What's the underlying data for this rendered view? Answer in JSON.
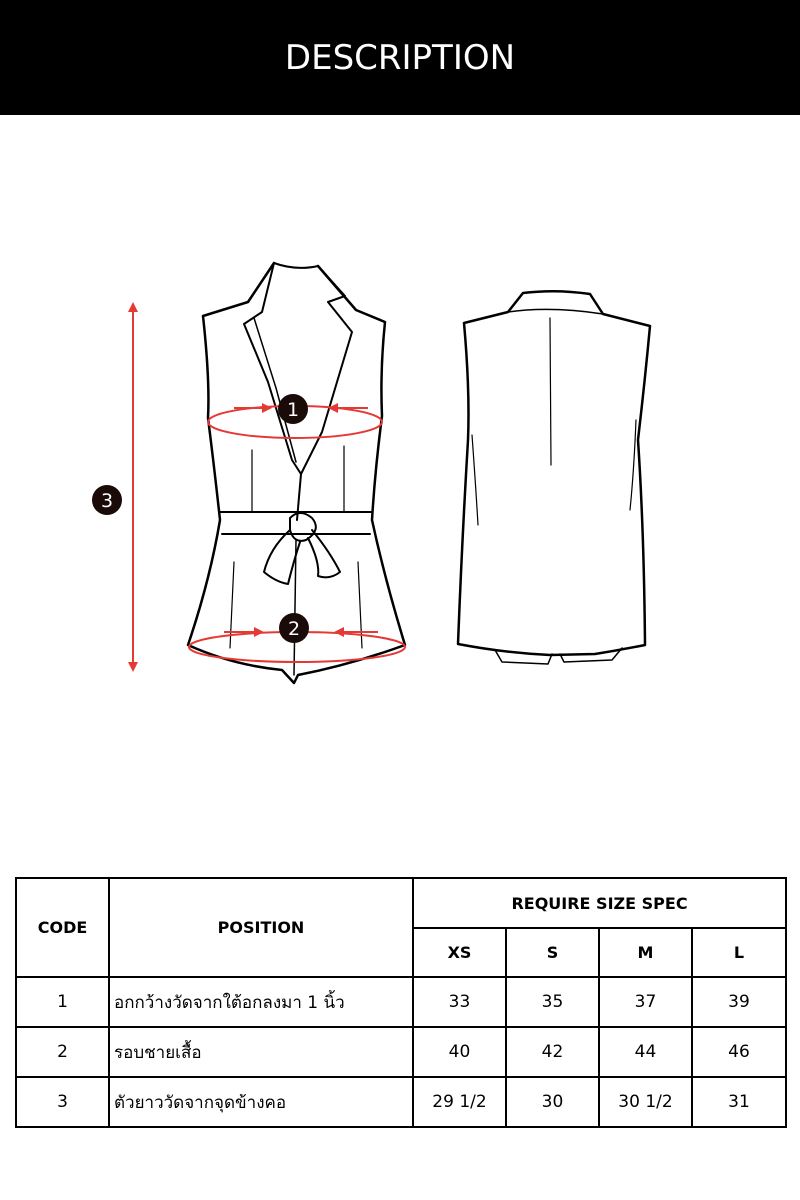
{
  "header": {
    "title": "DESCRIPTION"
  },
  "markers": {
    "m1": "1",
    "m2": "2",
    "m3": "3"
  },
  "colors": {
    "accent_red": "#e53935",
    "header_bg": "#000000"
  },
  "table": {
    "code_header": "CODE",
    "position_header": "POSITION",
    "group_header": "REQUIRE SIZE SPEC",
    "sizes": [
      "XS",
      "S",
      "M",
      "L"
    ],
    "rows": [
      {
        "code": "1",
        "position": "อกกว้างวัดจากใต้อกลงมา 1 นิ้ว",
        "values": [
          "33",
          "35",
          "37",
          "39"
        ]
      },
      {
        "code": "2",
        "position": "รอบชายเสื้อ",
        "values": [
          "40",
          "42",
          "44",
          "46"
        ]
      },
      {
        "code": "3",
        "position": "ตัวยาววัดจากจุดข้างคอ",
        "values": [
          "29 1/2",
          "30",
          "30 1/2",
          "31"
        ]
      }
    ]
  }
}
